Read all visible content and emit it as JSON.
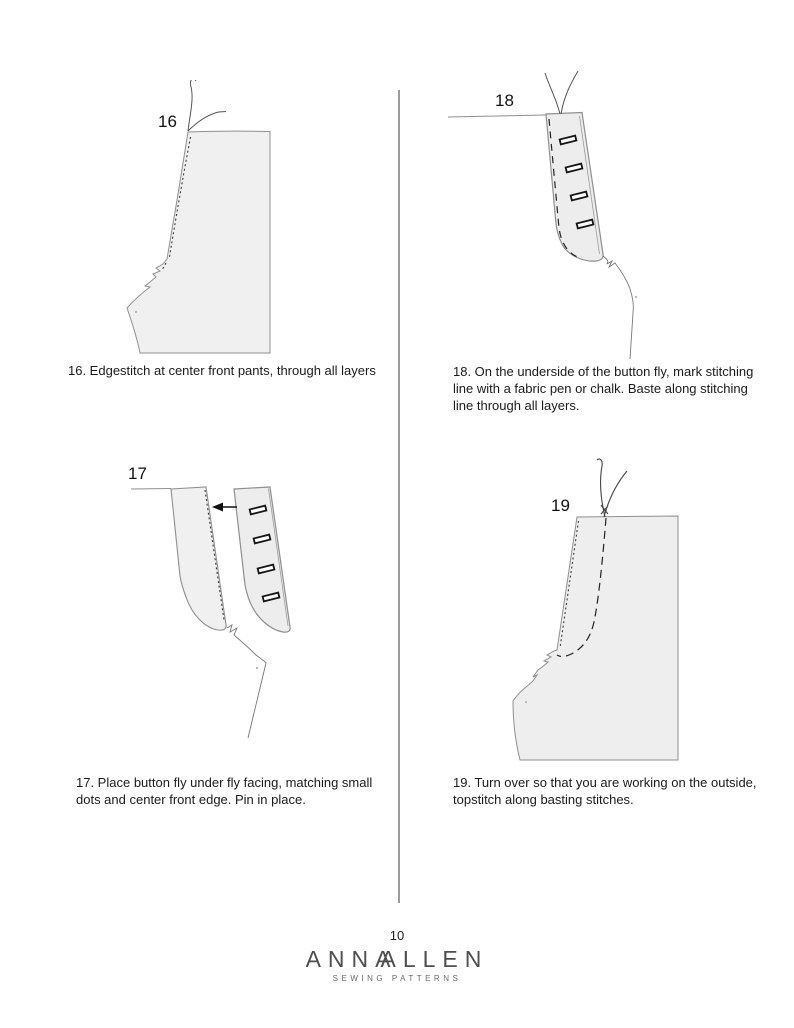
{
  "steps": {
    "s16": {
      "number": "16",
      "caption": "16. Edgestitch at center front pants, through all layers"
    },
    "s17": {
      "number": "17",
      "caption": "17. Place button fly under fly facing, matching small\ndots and center front edge. Pin in place."
    },
    "s18": {
      "number": "18",
      "caption": "18. On the underside of the button fly, mark stitching\nline with a fabric pen or chalk. Baste along stitching\nline through all layers."
    },
    "s19": {
      "number": "19",
      "caption": "19. Turn over so that you are working on the outside,\ntopstitch along basting stitches."
    }
  },
  "footer": {
    "page_number": "10",
    "logo_left": "ANNA",
    "logo_overlap": "A",
    "logo_right": "LLEN",
    "tagline": "SEWING PATTERNS"
  },
  "colors": {
    "fabric_fill": "#f0f0f1",
    "outline": "#8f8f8f",
    "stitch": "#2a2a2a",
    "divider": "#9b9b9b",
    "logo_text": "#4f4f4f"
  }
}
